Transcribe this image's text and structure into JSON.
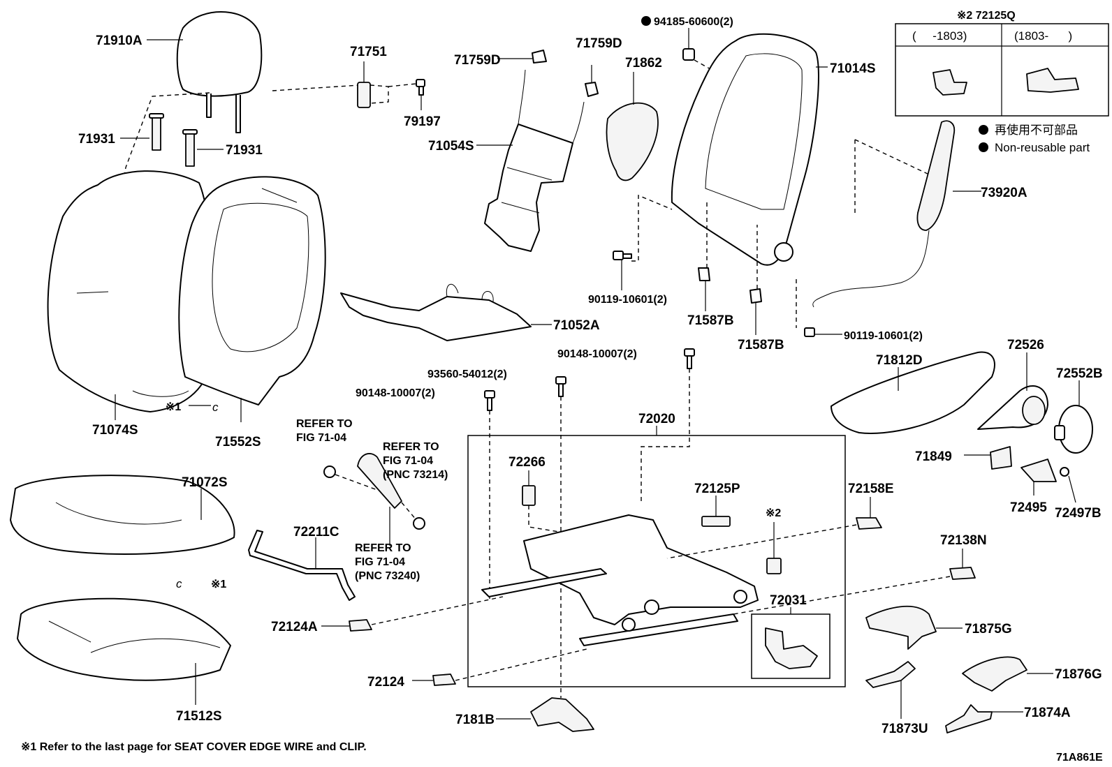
{
  "labels": {
    "l71910A": "71910A",
    "l71751": "71751",
    "l79197": "79197",
    "l71931a": "71931",
    "l71931b": "71931",
    "l71759Da": "71759D",
    "l71759Db": "71759D",
    "l71862": "71862",
    "l94185": "94185-60600(2)",
    "l71014S": "71014S",
    "l71054S": "71054S",
    "l73920A": "73920A",
    "l71052A": "71052A",
    "l90119a": "90119-10601(2)",
    "l90119b": "90119-10601(2)",
    "l71587Ba": "71587B",
    "l71587Bb": "71587B",
    "l90148a": "90148-10007(2)",
    "l90148b": "90148-10007(2)",
    "l93560": "93560-54012(2)",
    "l71074S": "71074S",
    "l71552S": "71552S",
    "l71072S": "71072S",
    "l71512S": "71512S",
    "l72211C": "72211C",
    "l72124A": "72124A",
    "l72124": "72124",
    "l7181B": "7181B",
    "l72020": "72020",
    "l72266": "72266",
    "l72125P": "72125P",
    "l72031": "72031",
    "l72158E": "72158E",
    "l72138N": "72138N",
    "l71812D": "71812D",
    "l72526": "72526",
    "l72552B": "72552B",
    "l71849": "71849",
    "l72495": "72495",
    "l72497B": "72497B",
    "l71875G": "71875G",
    "l71876G": "71876G",
    "l71873U": "71873U",
    "l71874A": "71874A",
    "mark1a": "※1",
    "mark1b": "※1",
    "clip_c_a": "c",
    "clip_c_b": "c",
    "mark2": "※2"
  },
  "references": {
    "ref1_line1": "REFER TO",
    "ref1_line2": "FIG 71-04",
    "ref2_line1": "REFER TO",
    "ref2_line2": "FIG 71-04",
    "ref2_line3": "(PNC 73214)",
    "ref3_line1": "REFER TO",
    "ref3_line2": "FIG 71-04",
    "ref3_line3": "(PNC 73240)"
  },
  "inset": {
    "title": "※2 72125Q",
    "col1": "(     -1803)",
    "col2": "(1803-      )"
  },
  "legend": {
    "jp": "再使用不可部品",
    "en": "Non-reusable part"
  },
  "footnote": "※1 Refer to the last page for SEAT COVER EDGE WIRE and CLIP.",
  "figure_code": "71A861E"
}
